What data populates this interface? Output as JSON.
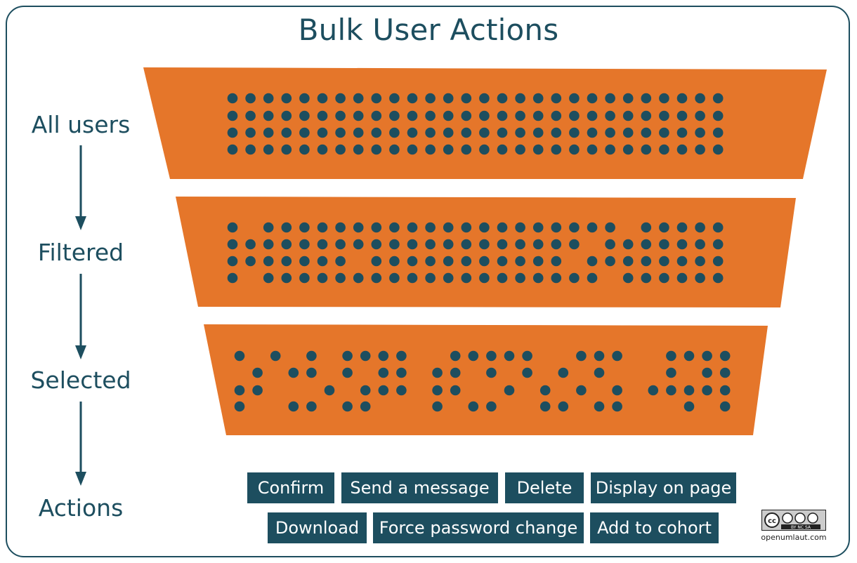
{
  "title": "Bulk User Actions",
  "stages": [
    {
      "label": "All users"
    },
    {
      "label": "Filtered"
    },
    {
      "label": "Selected"
    },
    {
      "label": "Actions"
    }
  ],
  "actions_row1": [
    "Confirm",
    "Send a message",
    "Delete",
    "Display on page"
  ],
  "actions_row2": [
    "Download",
    "Force password change",
    "Add to cohort"
  ],
  "license": {
    "badge_text": "BY NC SA",
    "site": "openumlaut.com"
  },
  "colors": {
    "funnel": "#e5762a",
    "dot": "#1d4e5f",
    "text": "#1d4e5f",
    "button": "#1d4e5f"
  },
  "funnel": {
    "columns": 28,
    "rows": 4,
    "levels": [
      {
        "name": "All users",
        "pattern": [
          "1111111111111111111111111111",
          "1111111111111111111111111111",
          "1111111111111111111111111111",
          "1111111111111111111111111111"
        ]
      },
      {
        "name": "Filtered",
        "pattern": [
          "1011111111111111111111011111",
          "1111111111111111111101111111",
          "1111111011111111111011111111",
          "1011111111111111111110111111"
        ]
      },
      {
        "name": "Selected",
        "pattern": [
          "1010101111001111100111001111",
          "0101101011011010101010001011",
          "1100010111011001010101011111",
          "1001101100010110011011000101"
        ]
      }
    ]
  }
}
